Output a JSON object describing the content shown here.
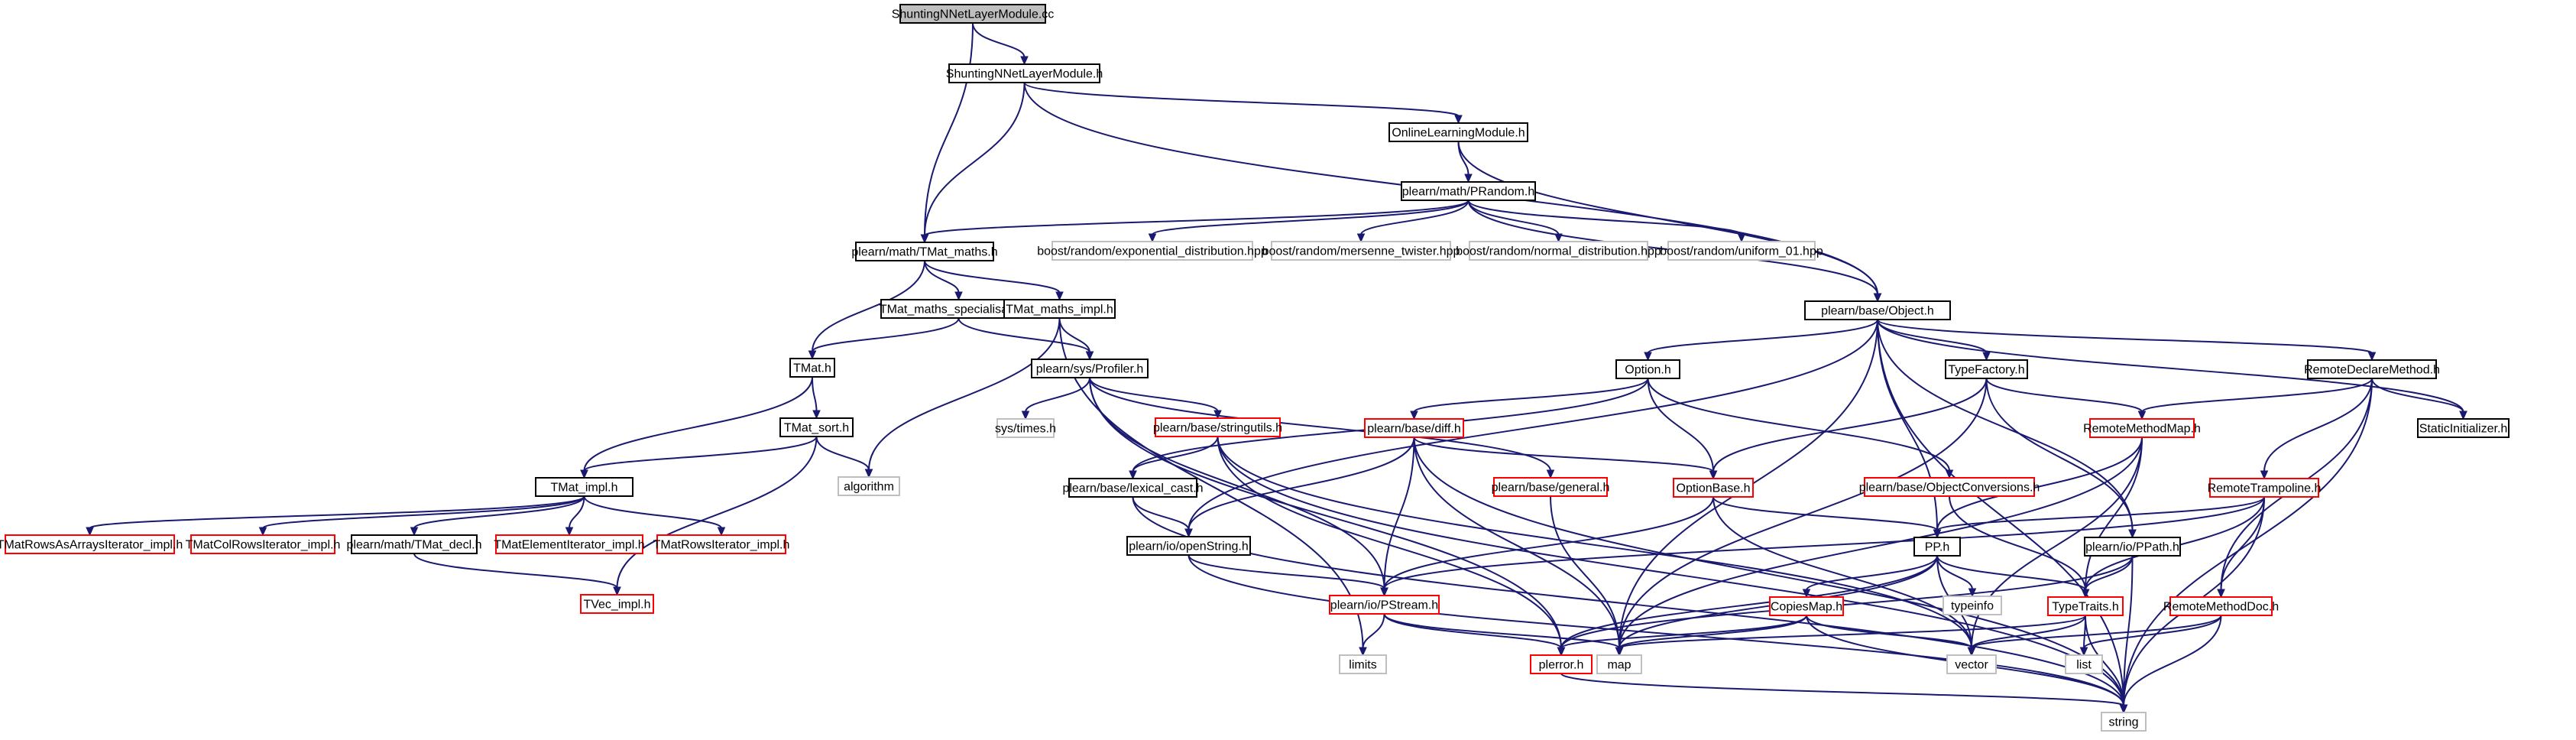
{
  "graph": {
    "colors": {
      "root_fill": "#bfbfbf",
      "root_border": "#000000",
      "documented_border": "#000000",
      "undocumented_border": "#ff0000",
      "external_border": "#bfbfbf",
      "edge": "#191970",
      "background": "#ffffff"
    },
    "nodes": [
      {
        "id": "n0",
        "label": "ShuntingNNetLayerModule.cc",
        "kind": "root"
      },
      {
        "id": "n1",
        "label": "ShuntingNNetLayerModule.h",
        "kind": "documented"
      },
      {
        "id": "n2",
        "label": "plearn/math/TMat_maths.h",
        "kind": "documented"
      },
      {
        "id": "n3",
        "label": "plearn/base/Object.h",
        "kind": "documented"
      },
      {
        "id": "n4",
        "label": "OnlineLearningModule.h",
        "kind": "documented"
      },
      {
        "id": "n5",
        "label": "plearn/math/PRandom.h",
        "kind": "documented"
      },
      {
        "id": "n6",
        "label": "boost/random/exponential_distribution.hpp",
        "kind": "external"
      },
      {
        "id": "n7",
        "label": "boost/random/mersenne_twister.hpp",
        "kind": "external"
      },
      {
        "id": "n8",
        "label": "boost/random/normal_distribution.hpp",
        "kind": "external"
      },
      {
        "id": "n9",
        "label": "boost/random/uniform_01.hpp",
        "kind": "external"
      },
      {
        "id": "n10",
        "label": "TMat_maths_specialisation.h",
        "kind": "documented"
      },
      {
        "id": "n11",
        "label": "TMat_maths_impl.h",
        "kind": "documented"
      },
      {
        "id": "n12",
        "label": "TMat.h",
        "kind": "documented"
      },
      {
        "id": "n13",
        "label": "plearn/sys/Profiler.h",
        "kind": "documented"
      },
      {
        "id": "n14",
        "label": "algorithm",
        "kind": "external"
      },
      {
        "id": "n15",
        "label": "TMat_sort.h",
        "kind": "documented"
      },
      {
        "id": "n16",
        "label": "TMat_impl.h",
        "kind": "documented"
      },
      {
        "id": "n17",
        "label": "TMatRowsAsArraysIterator_impl.h",
        "kind": "undocumented"
      },
      {
        "id": "n18",
        "label": "TMatColRowsIterator_impl.h",
        "kind": "undocumented"
      },
      {
        "id": "n19",
        "label": "plearn/math/TMat_decl.h",
        "kind": "documented"
      },
      {
        "id": "n20",
        "label": "TMatElementIterator_impl.h",
        "kind": "undocumented"
      },
      {
        "id": "n21",
        "label": "TMatRowsIterator_impl.h",
        "kind": "undocumented"
      },
      {
        "id": "n22",
        "label": "TVec_impl.h",
        "kind": "undocumented"
      },
      {
        "id": "n23",
        "label": "sys/times.h",
        "kind": "external"
      },
      {
        "id": "n24",
        "label": "plearn/base/stringutils.h",
        "kind": "undocumented"
      },
      {
        "id": "n25",
        "label": "plearn/base/lexical_cast.h",
        "kind": "documented"
      },
      {
        "id": "n26",
        "label": "plearn/io/openString.h",
        "kind": "documented"
      },
      {
        "id": "n27",
        "label": "plearn/io/PStream.h",
        "kind": "undocumented"
      },
      {
        "id": "n28",
        "label": "plerror.h",
        "kind": "undocumented"
      },
      {
        "id": "n29",
        "label": "map",
        "kind": "external"
      },
      {
        "id": "n30",
        "label": "limits",
        "kind": "external"
      },
      {
        "id": "n31",
        "label": "string",
        "kind": "external"
      },
      {
        "id": "n32",
        "label": "Option.h",
        "kind": "documented"
      },
      {
        "id": "n33",
        "label": "plearn/base/diff.h",
        "kind": "undocumented"
      },
      {
        "id": "n34",
        "label": "plearn/base/general.h",
        "kind": "undocumented"
      },
      {
        "id": "n35",
        "label": "OptionBase.h",
        "kind": "undocumented"
      },
      {
        "id": "n36",
        "label": "plearn/base/ObjectConversions.h",
        "kind": "undocumented"
      },
      {
        "id": "n37",
        "label": "TypeFactory.h",
        "kind": "documented"
      },
      {
        "id": "n38",
        "label": "RemoteMethodMap.h",
        "kind": "undocumented"
      },
      {
        "id": "n39",
        "label": "RemoteDeclareMethod.h",
        "kind": "documented"
      },
      {
        "id": "n40",
        "label": "StaticInitializer.h",
        "kind": "documented"
      },
      {
        "id": "n41",
        "label": "RemoteTrampoline.h",
        "kind": "undocumented"
      },
      {
        "id": "n42",
        "label": "PP.h",
        "kind": "documented"
      },
      {
        "id": "n43",
        "label": "plearn/io/PPath.h",
        "kind": "documented"
      },
      {
        "id": "n44",
        "label": "typeinfo",
        "kind": "external"
      },
      {
        "id": "n45",
        "label": "CopiesMap.h",
        "kind": "undocumented"
      },
      {
        "id": "n46",
        "label": "TypeTraits.h",
        "kind": "undocumented"
      },
      {
        "id": "n47",
        "label": "RemoteMethodDoc.h",
        "kind": "undocumented"
      },
      {
        "id": "n48",
        "label": "vector",
        "kind": "external"
      },
      {
        "id": "n49",
        "label": "list",
        "kind": "external"
      }
    ],
    "edges": [
      [
        "n0",
        "n1"
      ],
      [
        "n0",
        "n2"
      ],
      [
        "n1",
        "n2"
      ],
      [
        "n1",
        "n3"
      ],
      [
        "n1",
        "n4"
      ],
      [
        "n4",
        "n5"
      ],
      [
        "n4",
        "n3"
      ],
      [
        "n5",
        "n2"
      ],
      [
        "n5",
        "n6"
      ],
      [
        "n5",
        "n7"
      ],
      [
        "n5",
        "n8"
      ],
      [
        "n5",
        "n9"
      ],
      [
        "n5",
        "n3"
      ],
      [
        "n2",
        "n10"
      ],
      [
        "n2",
        "n11"
      ],
      [
        "n2",
        "n12"
      ],
      [
        "n10",
        "n12"
      ],
      [
        "n10",
        "n13"
      ],
      [
        "n11",
        "n13"
      ],
      [
        "n11",
        "n14"
      ],
      [
        "n11",
        "n30"
      ],
      [
        "n12",
        "n15"
      ],
      [
        "n12",
        "n16"
      ],
      [
        "n15",
        "n14"
      ],
      [
        "n15",
        "n16"
      ],
      [
        "n15",
        "n22"
      ],
      [
        "n16",
        "n17"
      ],
      [
        "n16",
        "n18"
      ],
      [
        "n16",
        "n19"
      ],
      [
        "n16",
        "n20"
      ],
      [
        "n16",
        "n21"
      ],
      [
        "n19",
        "n22"
      ],
      [
        "n13",
        "n23"
      ],
      [
        "n13",
        "n24"
      ],
      [
        "n13",
        "n27"
      ],
      [
        "n13",
        "n34"
      ],
      [
        "n13",
        "n28"
      ],
      [
        "n24",
        "n25"
      ],
      [
        "n24",
        "n31"
      ],
      [
        "n24",
        "n28"
      ],
      [
        "n24",
        "n48"
      ],
      [
        "n25",
        "n26"
      ],
      [
        "n25",
        "n31"
      ],
      [
        "n26",
        "n27"
      ],
      [
        "n26",
        "n31"
      ],
      [
        "n27",
        "n28"
      ],
      [
        "n27",
        "n29"
      ],
      [
        "n27",
        "n30"
      ],
      [
        "n28",
        "n31"
      ],
      [
        "n3",
        "n32"
      ],
      [
        "n3",
        "n37"
      ],
      [
        "n3",
        "n39"
      ],
      [
        "n3",
        "n40"
      ],
      [
        "n3",
        "n42"
      ],
      [
        "n3",
        "n43"
      ],
      [
        "n3",
        "n29"
      ],
      [
        "n3",
        "n31"
      ],
      [
        "n3",
        "n26"
      ],
      [
        "n32",
        "n33"
      ],
      [
        "n32",
        "n35"
      ],
      [
        "n32",
        "n36"
      ],
      [
        "n32",
        "n25"
      ],
      [
        "n33",
        "n27"
      ],
      [
        "n33",
        "n35"
      ],
      [
        "n33",
        "n26"
      ],
      [
        "n33",
        "n29"
      ],
      [
        "n33",
        "n31"
      ],
      [
        "n34",
        "n29"
      ],
      [
        "n35",
        "n27"
      ],
      [
        "n35",
        "n42"
      ],
      [
        "n35",
        "n48"
      ],
      [
        "n36",
        "n46"
      ],
      [
        "n37",
        "n35"
      ],
      [
        "n37",
        "n38"
      ],
      [
        "n37",
        "n43"
      ],
      [
        "n37",
        "n29"
      ],
      [
        "n38",
        "n42"
      ],
      [
        "n38",
        "n46"
      ],
      [
        "n38",
        "n29"
      ],
      [
        "n38",
        "n48"
      ],
      [
        "n39",
        "n38"
      ],
      [
        "n39",
        "n41"
      ],
      [
        "n39",
        "n40"
      ],
      [
        "n39",
        "n47"
      ],
      [
        "n39",
        "n31"
      ],
      [
        "n41",
        "n42"
      ],
      [
        "n41",
        "n46"
      ],
      [
        "n41",
        "n47"
      ],
      [
        "n41",
        "n27"
      ],
      [
        "n41",
        "n31"
      ],
      [
        "n42",
        "n44"
      ],
      [
        "n42",
        "n45"
      ],
      [
        "n42",
        "n46"
      ],
      [
        "n42",
        "n29"
      ],
      [
        "n42",
        "n48"
      ],
      [
        "n42",
        "n28"
      ],
      [
        "n43",
        "n28"
      ],
      [
        "n43",
        "n46"
      ],
      [
        "n43",
        "n31"
      ],
      [
        "n45",
        "n28"
      ],
      [
        "n45",
        "n29"
      ],
      [
        "n45",
        "n31"
      ],
      [
        "n45",
        "n48"
      ],
      [
        "n46",
        "n29"
      ],
      [
        "n46",
        "n49"
      ],
      [
        "n46",
        "n31"
      ],
      [
        "n46",
        "n48"
      ],
      [
        "n47",
        "n48"
      ],
      [
        "n47",
        "n49"
      ],
      [
        "n47",
        "n31"
      ]
    ]
  }
}
